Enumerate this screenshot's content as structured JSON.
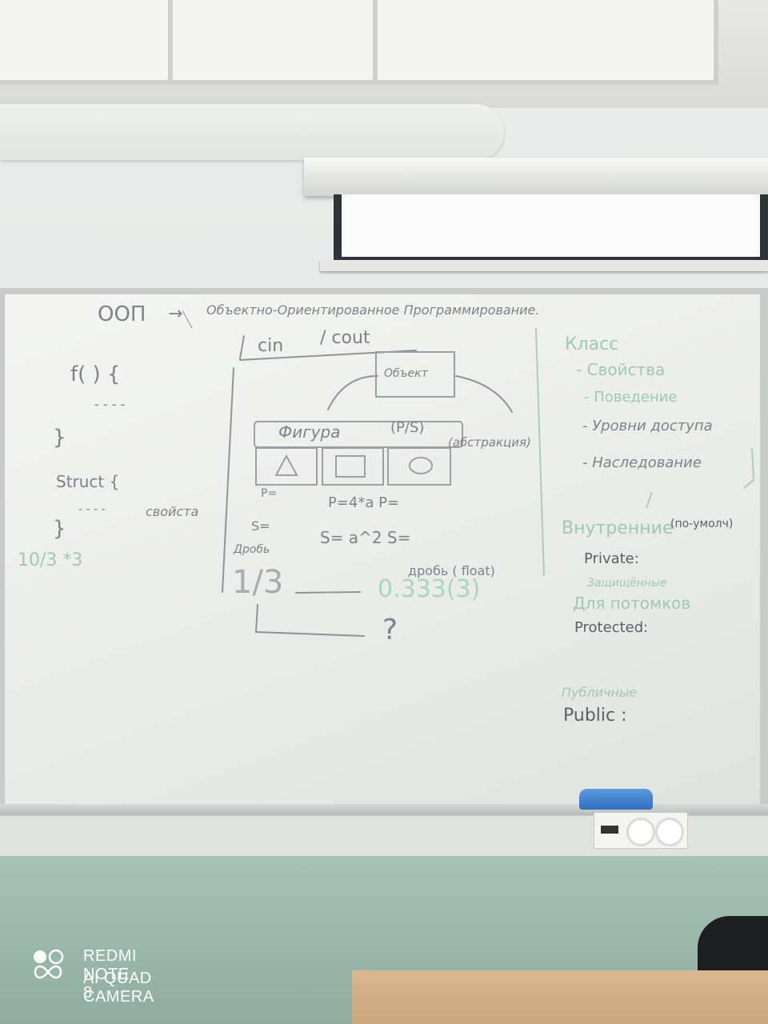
{
  "board": {
    "title_left": "ООП",
    "title_arrow": "→",
    "title_text": "Объектно-Ориентированное Программирование.",
    "cin": "cin",
    "cout": "/ cout",
    "func": "f( ) {",
    "dashes": "- - - -",
    "close1": "}",
    "struct": "Struct {",
    "struct_dash": "- - - -",
    "props": "свойста",
    "close2": "}",
    "calc": "10/3 *3",
    "object": "Объект",
    "figure": "Фигура",
    "ps": "(P/S)",
    "abstraction": "(абстракция)",
    "p_eq": "P=",
    "p_formula": "P=4*a   P=",
    "s_eq": "S=",
    "s_formula": "S= a^2   S=",
    "fraction_label": "Дробь",
    "fraction_dec": "дробь ( float)",
    "one_third": "1/3",
    "decimal": "0.333(3)",
    "question": "?",
    "class_title": "Класс",
    "class_props": "- Свойства",
    "class_behavior": "- Поведение",
    "class_access": "- Уровни доступа",
    "class_inherit": "- Наследование",
    "default_note": "(по-умолч)",
    "internal": "Внутренние",
    "private": "Private:",
    "protected_ru1": "Защищённые",
    "protected_ru2": "Для потомков",
    "protected": "Protected:",
    "public_ru": "Публичные",
    "public": "Public :"
  },
  "watermark": {
    "line1": "REDMI NOTE 8",
    "line2": "AI QUAD CAMERA"
  }
}
